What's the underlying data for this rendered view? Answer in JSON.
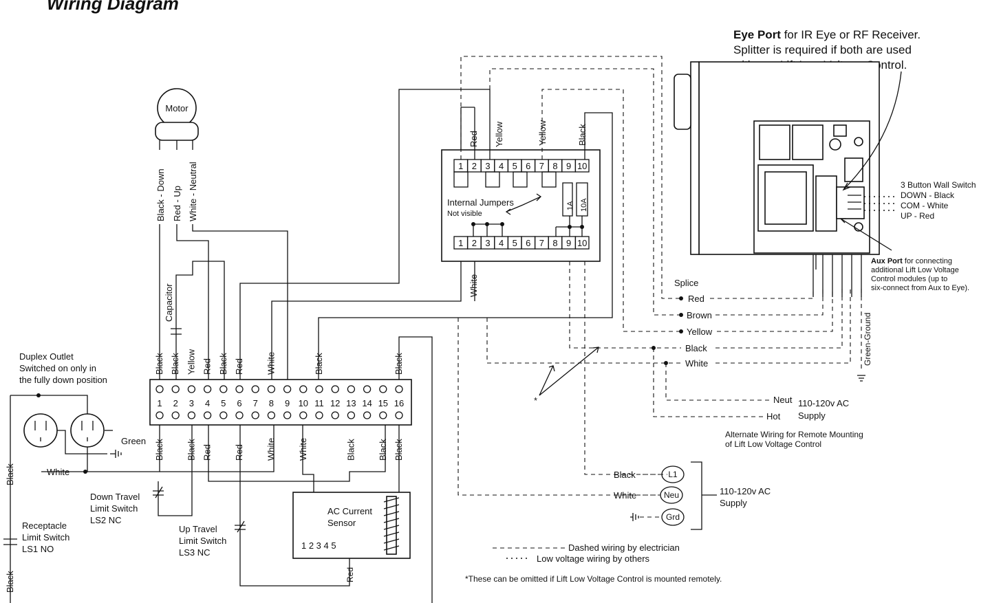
{
  "title": "Wiring Diagram",
  "eye_port": {
    "bold": "Eye Port",
    "rest": " for IR Eye or RF Receiver.",
    "line2": "Splitter is required if both are used",
    "line3": "with one Lift Low Voltage Control."
  },
  "motor": {
    "label": "Motor",
    "wires": [
      "Black - Down",
      "Red - Up",
      "White - Neutral"
    ]
  },
  "capacitor": "Capacitor",
  "duplex": {
    "line1": "Duplex Outlet",
    "line2": "Switched on only in",
    "line3": "the fully down position",
    "green": "Green",
    "white": "White",
    "black_top": "Black",
    "black_bottom": "Black"
  },
  "receptacle_switch": [
    "Receptacle",
    "Limit Switch",
    "LS1  NO"
  ],
  "down_switch": [
    "Down Travel",
    "Limit Switch",
    "LS2  NC"
  ],
  "up_switch": [
    "Up Travel",
    "Limit Switch",
    "LS3  NC"
  ],
  "ac_sensor": {
    "line1": "AC  Current",
    "line2": "Sensor",
    "terminals": "1  2  3  4  5",
    "red": "Red"
  },
  "terminal_strip": {
    "numbers": [
      "1",
      "2",
      "3",
      "4",
      "5",
      "6",
      "7",
      "8",
      "9",
      "10",
      "11",
      "12",
      "13",
      "14",
      "15",
      "16"
    ],
    "top_wires": [
      {
        "pos": 1,
        "label": "Black"
      },
      {
        "pos": 2,
        "label": "Black"
      },
      {
        "pos": 3,
        "label": "Yellow"
      },
      {
        "pos": 4,
        "label": "Red"
      },
      {
        "pos": 5,
        "label": "Black"
      },
      {
        "pos": 6,
        "label": "Red"
      },
      {
        "pos": 8,
        "label": "White"
      },
      {
        "pos": 11,
        "label": "Black"
      },
      {
        "pos": 16,
        "label": "Black"
      }
    ],
    "bottom_wires": [
      {
        "pos": 1,
        "label": "Black"
      },
      {
        "pos": 3,
        "label": "Black"
      },
      {
        "pos": 4,
        "label": "Red"
      },
      {
        "pos": 6,
        "label": "Red"
      },
      {
        "pos": 8,
        "label": "White"
      },
      {
        "pos": 10,
        "label": "White"
      },
      {
        "pos": 13,
        "label": "Black"
      },
      {
        "pos": 15,
        "label": "Black"
      },
      {
        "pos": 16,
        "label": "Black"
      }
    ]
  },
  "control_block": {
    "top_labels": [
      "1",
      "2",
      "3",
      "4",
      "5",
      "6",
      "7",
      "8",
      "9",
      "10"
    ],
    "bottom_labels": [
      "1",
      "2",
      "3",
      "4",
      "5",
      "6",
      "7",
      "8",
      "9",
      "10"
    ],
    "top_wires": [
      "Red",
      "Yellow",
      "Yellow",
      "Black"
    ],
    "bottom_wire": "White",
    "fuse_1": "1A",
    "fuse_2": "10A",
    "jumpers": "Internal Jumpers",
    "not_visible": "Not visible"
  },
  "wall_switch": [
    "3 Button Wall Switch",
    "DOWN - Black",
    "COM - White",
    "UP - Red"
  ],
  "aux_port": {
    "bold": "Aux Port",
    "rest": " for connecting",
    "line2": "additional Lift Low Voltage",
    "line3": "Control modules (up to",
    "line4": "six-connect from Aux to Eye)."
  },
  "splice": {
    "label": "Splice",
    "wires": [
      "Red",
      "Brown",
      "Yellow",
      "Black",
      "White"
    ],
    "ground": "Green-Ground"
  },
  "supply_alt": {
    "neut": "Neut",
    "hot": "Hot",
    "line1": "110-120v AC",
    "line2": "Supply",
    "note1": "Alternate Wiring for Remote Mounting",
    "note2": "of Lift Low Voltage Control"
  },
  "supply_main": {
    "black": "Black",
    "white": "White",
    "l1": "L1",
    "neu": "Neu",
    "grd": "Grd",
    "line1": "110-120v AC",
    "line2": "Supply"
  },
  "legend": {
    "dashed": "Dashed wiring by electrician",
    "dotted": "Low voltage wiring by others",
    "note": "*These can be omitted if Lift Low Voltage Control is mounted remotely.",
    "asterisk": "*"
  }
}
